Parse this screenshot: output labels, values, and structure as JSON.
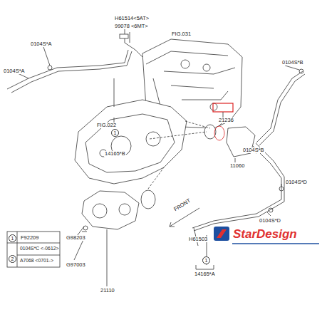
{
  "diagram": {
    "labels": [
      "H61514<5AT>",
      "99078 <6MT>",
      "FIG.031",
      "0104S*A",
      "0104S*A",
      "14165*B",
      "1",
      "0104S*B",
      "FIG.022",
      "21236",
      "0104S*B",
      "11060",
      "0104S*D",
      "0104S*D",
      "H61503",
      "1",
      "14165*A",
      "G98203",
      "G97003",
      "21110",
      "FRONT",
      "1",
      "F92209",
      "2",
      "0104S*C <-0612>",
      "A7068 <0701->",
      "StarDesign"
    ]
  }
}
